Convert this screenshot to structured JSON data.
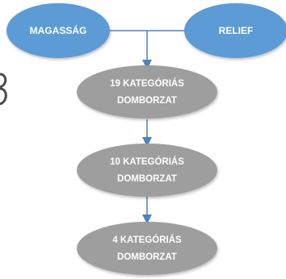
{
  "diagram": {
    "inputs": [
      {
        "label": "MAGASSÁG",
        "color": "#5b9bd5"
      },
      {
        "label": "RELIEF",
        "color": "#5b9bd5"
      }
    ],
    "steps": [
      {
        "line1": "19 KATEGÓRIÁS",
        "line2": "DOMBORZAT",
        "color": "#9e9e9e"
      },
      {
        "line1": "10 KATEGÓRIÁS",
        "line2": "DOMBORZAT",
        "color": "#9e9e9e"
      },
      {
        "line1": "4 KATEGÓRIÁS",
        "line2": "DOMBORZAT",
        "color": "#9e9e9e"
      }
    ],
    "connector_color": "#4f81bd"
  }
}
